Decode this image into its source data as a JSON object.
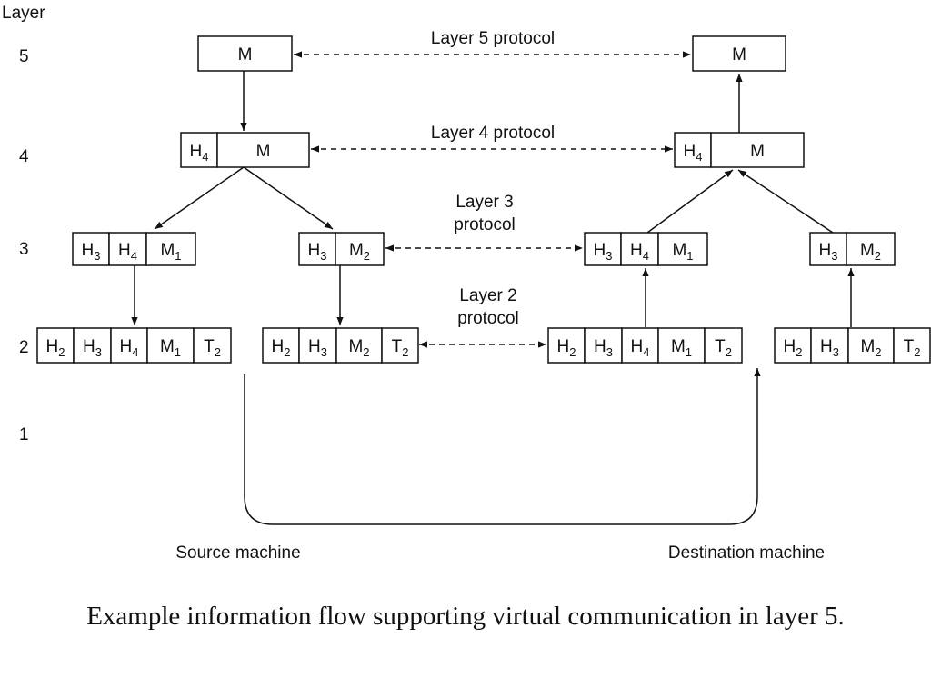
{
  "layer_axis": {
    "title": "Layer",
    "levels": [
      {
        "id": "5",
        "label": "5"
      },
      {
        "id": "4",
        "label": "4"
      },
      {
        "id": "3",
        "label": "3"
      },
      {
        "id": "2",
        "label": "2"
      },
      {
        "id": "1",
        "label": "1"
      }
    ]
  },
  "protocols": [
    {
      "id": "layer5",
      "lines": [
        "Layer 5 protocol"
      ]
    },
    {
      "id": "layer4",
      "lines": [
        "Layer 4 protocol"
      ]
    },
    {
      "id": "layer3",
      "lines": [
        "Layer 3",
        "protocol"
      ]
    },
    {
      "id": "layer2",
      "lines": [
        "Layer 2",
        "protocol"
      ]
    }
  ],
  "packets": [
    {
      "id": "src-l5",
      "cells": [
        {
          "main": "M",
          "sub": ""
        }
      ]
    },
    {
      "id": "dst-l5",
      "cells": [
        {
          "main": "M",
          "sub": ""
        }
      ]
    },
    {
      "id": "src-l4",
      "cells": [
        {
          "main": "H",
          "sub": "4"
        },
        {
          "main": "M",
          "sub": ""
        }
      ]
    },
    {
      "id": "dst-l4",
      "cells": [
        {
          "main": "H",
          "sub": "4"
        },
        {
          "main": "M",
          "sub": ""
        }
      ]
    },
    {
      "id": "src-l3a",
      "cells": [
        {
          "main": "H",
          "sub": "3"
        },
        {
          "main": "H",
          "sub": "4"
        },
        {
          "main": "M",
          "sub": "1"
        }
      ]
    },
    {
      "id": "src-l3b",
      "cells": [
        {
          "main": "H",
          "sub": "3"
        },
        {
          "main": "M",
          "sub": "2"
        }
      ]
    },
    {
      "id": "dst-l3a",
      "cells": [
        {
          "main": "H",
          "sub": "3"
        },
        {
          "main": "H",
          "sub": "4"
        },
        {
          "main": "M",
          "sub": "1"
        }
      ]
    },
    {
      "id": "dst-l3b",
      "cells": [
        {
          "main": "H",
          "sub": "3"
        },
        {
          "main": "M",
          "sub": "2"
        }
      ]
    },
    {
      "id": "src-l2a",
      "cells": [
        {
          "main": "H",
          "sub": "2"
        },
        {
          "main": "H",
          "sub": "3"
        },
        {
          "main": "H",
          "sub": "4"
        },
        {
          "main": "M",
          "sub": "1"
        },
        {
          "main": "T",
          "sub": "2"
        }
      ]
    },
    {
      "id": "src-l2b",
      "cells": [
        {
          "main": "H",
          "sub": "2"
        },
        {
          "main": "H",
          "sub": "3"
        },
        {
          "main": "M",
          "sub": "2"
        },
        {
          "main": "T",
          "sub": "2"
        }
      ]
    },
    {
      "id": "dst-l2a",
      "cells": [
        {
          "main": "H",
          "sub": "2"
        },
        {
          "main": "H",
          "sub": "3"
        },
        {
          "main": "H",
          "sub": "4"
        },
        {
          "main": "M",
          "sub": "1"
        },
        {
          "main": "T",
          "sub": "2"
        }
      ]
    },
    {
      "id": "dst-l2b",
      "cells": [
        {
          "main": "H",
          "sub": "2"
        },
        {
          "main": "H",
          "sub": "3"
        },
        {
          "main": "M",
          "sub": "2"
        },
        {
          "main": "T",
          "sub": "2"
        }
      ]
    }
  ],
  "machines": {
    "source": "Source machine",
    "destination": "Destination machine"
  },
  "caption": "Example information flow supporting virtual communication in layer 5."
}
